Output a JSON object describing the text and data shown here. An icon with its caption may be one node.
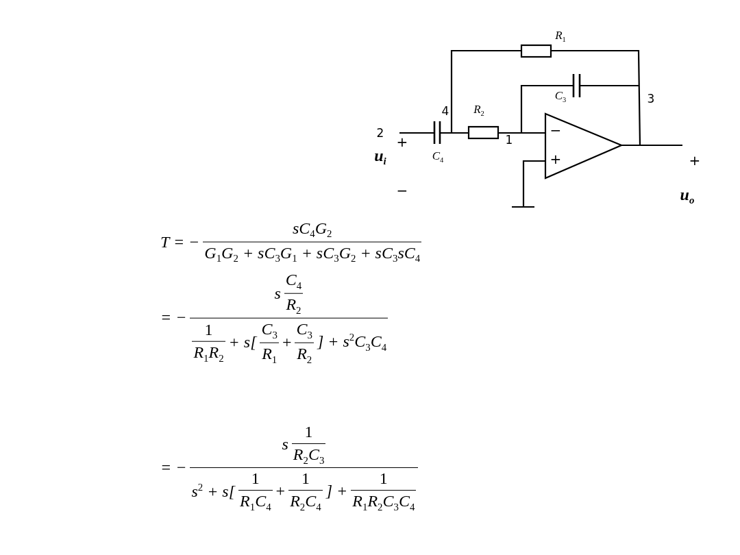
{
  "diagram": {
    "labels": [
      "R$_{1}$",
      "C$_{3}$",
      "3",
      "4",
      "R$_{2}$",
      "2",
      "+",
      "1",
      "−",
      "u$_{i}$",
      "C$_{4}$",
      "+",
      "+",
      "−",
      "u$_{o}$",
      "T = −",
      "sC$_{4}$G$_{2}$",
      "G$_{1}$G$_{2}$ + sC$_{3}$G$_{1}$ + sC$_{3}$G$_{2}$ + sC$_{3}$sC$_{4}$",
      "= −",
      "s",
      "C$_{4}$",
      "R$_{2}$",
      "1",
      "R$_{1}$R$_{2}$",
      "+ s[",
      "C$_{3}$",
      "R$_{1}$",
      "+",
      "C$_{3}$",
      "R$_{2}$",
      "] + s$^{2}$C$_{3}$C$_{4}$",
      "= −",
      "s",
      "1",
      "R$_{2}$C$_{3}$",
      "s$^{2}$ + s[",
      "1",
      "R$_{1}$C$_{4}$",
      "+",
      "1",
      "R$_{2}$C$_{4}$",
      "] +",
      "1",
      "R$_{1}$R$_{2}$C$_{3}$C$_{4}$"
    ]
  }
}
